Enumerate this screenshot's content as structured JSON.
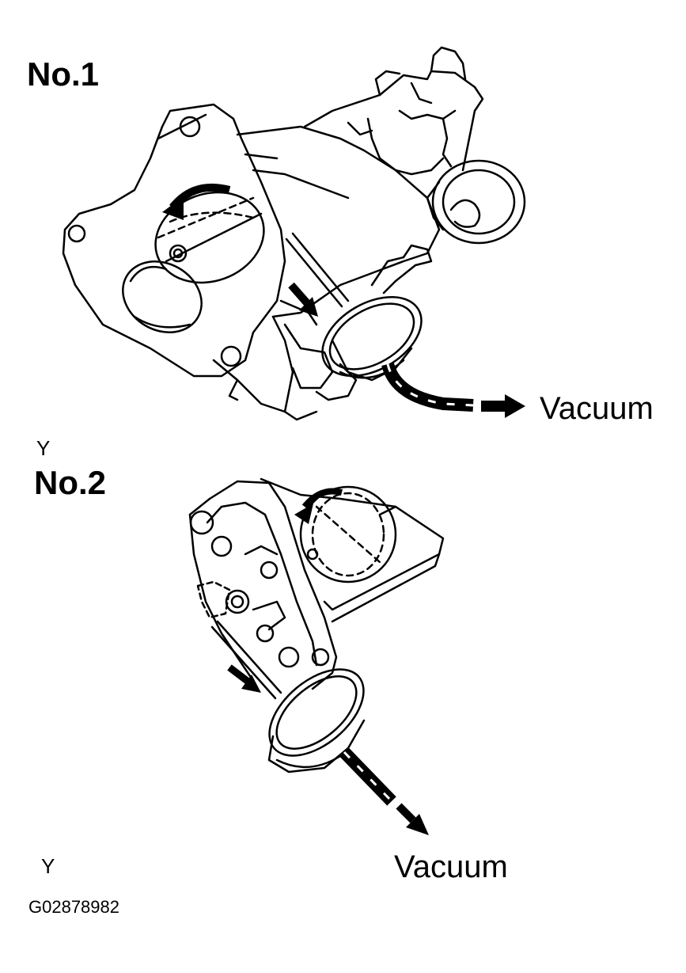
{
  "figure1": {
    "title": "No.1",
    "vacuum_label": "Vacuum",
    "mark": "Y"
  },
  "figure2": {
    "title": "No.2",
    "vacuum_label": "Vacuum",
    "mark": "Y"
  },
  "figure_code": "G02878982"
}
